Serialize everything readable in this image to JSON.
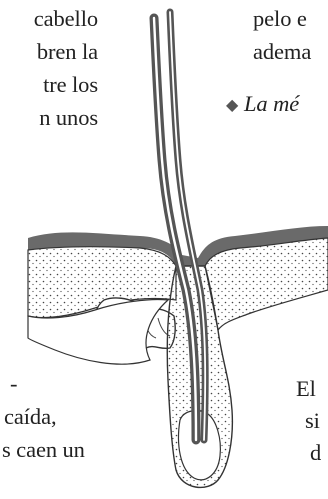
{
  "left_column": {
    "lines": [
      "cabello",
      "bren la",
      "tre los",
      "n unos",
      "-",
      "caída,",
      "s caen un"
    ]
  },
  "right_column": {
    "lines": [
      "pelo e",
      "adema",
      "El",
      "si",
      "d"
    ]
  },
  "quote": {
    "text": "La mé"
  },
  "colors": {
    "ink": "#222222",
    "stipple": "#444444",
    "skin_band": "#6a6a6a"
  }
}
